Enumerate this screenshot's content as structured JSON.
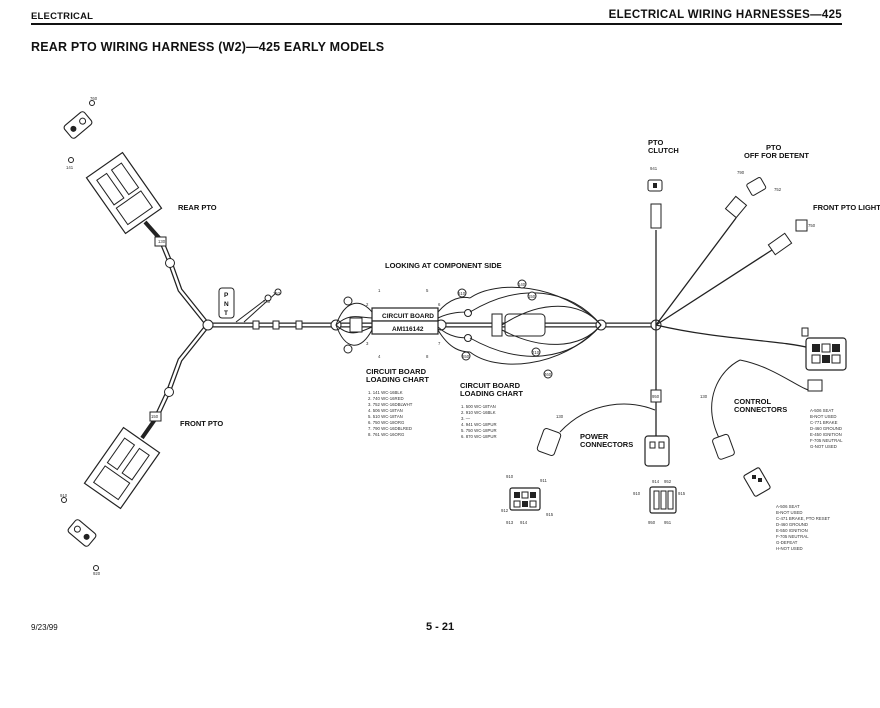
{
  "header": {
    "section": "ELECTRICAL",
    "chapter": "ELECTRICAL WIRING HARNESSES—425"
  },
  "title": "REAR PTO WIRING HARNESS (W2)—425 EARLY MODELS",
  "footer": {
    "date": "9/23/99",
    "page": "5 - 21"
  },
  "labels": {
    "rear_pto": "REAR PTO",
    "front_pto": "FRONT PTO",
    "pto_clutch": [
      "PTO",
      "CLUTCH"
    ],
    "pto_off_for_detent": [
      "PTO",
      "OFF FOR DETENT"
    ],
    "front_pto_light": "FRONT PTO LIGHT",
    "looking_at_component_side": "LOOKING AT COMPONENT SIDE",
    "circuit_board": "CIRCUIT BOARD",
    "part_number": "AM116142",
    "pnt": [
      "P",
      "N",
      "T"
    ],
    "power_connectors": [
      "POWER",
      "CONNECTORS"
    ],
    "control_connectors": [
      "CONTROL",
      "CONNECTORS"
    ]
  },
  "loading_chart_1": {
    "title": [
      "CIRCUIT BOARD",
      "LOADING CHART"
    ],
    "rows": [
      "1. 141 WC-16BLK",
      "2. 740 WC-16RED",
      "3. 752 WC-16DBLWHT",
      "4. 506 WC-18TAN",
      "5. 510 WC-18TAN",
      "6. 750 WC-18ORG",
      "7. 790 WC-16DBLRED",
      "8. 761 WC-16ORG"
    ]
  },
  "loading_chart_2": {
    "title": [
      "CIRCUIT BOARD",
      "LOADING CHART"
    ],
    "rows": [
      "1. 500 WC-18TAN",
      "2. 910 WC-16BLK",
      "3. —",
      "4. 941 WC-18PUR",
      "5. 750 WC-18PUR",
      "6. 870 WC-18PUR"
    ]
  },
  "control_connector_legend": [
    "A-506 SEAT",
    "B-NOT USED",
    "C-771 BRAKE",
    "D-460 GROUND",
    "E-450 IGNITION",
    "F-705 NEUTRAL",
    "G-NOT USED"
  ],
  "power_connector_legend": [
    "A-506 SEAT",
    "B-NOT USED",
    "C-471 BRAKE, PTO RESET",
    "D-460 GROUND",
    "E-550 IGNITION",
    "F-705 NEUTRAL",
    "G-DEFEAT",
    "H-NOT USED"
  ],
  "wire_numbers": {
    "rear_top": "760",
    "rear_bottom": "141",
    "front_top": "910",
    "front_bottom": "920",
    "rear_branch": "130",
    "front_branch": "150",
    "pto_clutch": "941",
    "pto_switch_1": "790",
    "pto_switch_2": "752",
    "front_light": "750",
    "center_pins": [
      "1",
      "2",
      "3",
      "4",
      "5",
      "6",
      "7",
      "8"
    ],
    "pnt_a": "740",
    "pnt_b": "752",
    "right_cluster": [
      "140",
      "150",
      "210",
      "460",
      "510",
      "550"
    ],
    "trunk_node": "950",
    "control_node": "130",
    "power_node": "130",
    "power_pins": [
      "910",
      "911",
      "912",
      "913",
      "914",
      "915"
    ],
    "ctrl_pins": [
      "910",
      "914",
      "915",
      "950",
      "951",
      "952"
    ]
  }
}
